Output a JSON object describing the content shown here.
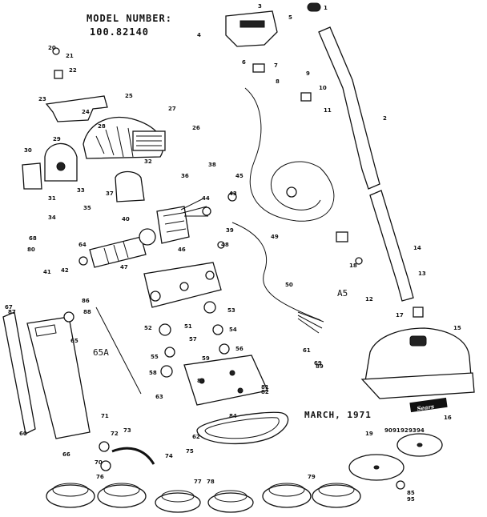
{
  "header": {
    "model_label": "MODEL NUMBER:",
    "model_number": "100.82140"
  },
  "footer": {
    "date": "MARCH, 1971",
    "brand": "Sears"
  },
  "labels": {
    "a5": "A5",
    "p65a": "65A"
  },
  "callouts": [
    "1",
    "2",
    "3",
    "4",
    "5",
    "6",
    "7",
    "8",
    "9",
    "10",
    "11",
    "12",
    "13",
    "14",
    "15",
    "16",
    "17",
    "18",
    "19",
    "20",
    "21",
    "22",
    "23",
    "24",
    "25",
    "26",
    "27",
    "28",
    "29",
    "30",
    "31",
    "32",
    "33",
    "34",
    "35",
    "36",
    "37",
    "38",
    "39",
    "40",
    "41",
    "42",
    "43",
    "44",
    "45",
    "46",
    "47",
    "48",
    "49",
    "50",
    "51",
    "52",
    "53",
    "54",
    "55",
    "56",
    "57",
    "58",
    "59",
    "60",
    "61",
    "62",
    "63",
    "64",
    "65",
    "66",
    "67",
    "68",
    "69",
    "70",
    "71",
    "72",
    "73",
    "74",
    "75",
    "76",
    "77",
    "78",
    "79",
    "80",
    "81",
    "82",
    "83",
    "84",
    "85",
    "86",
    "87",
    "88",
    "89",
    "90",
    "91",
    "92",
    "93",
    "94",
    "95"
  ]
}
